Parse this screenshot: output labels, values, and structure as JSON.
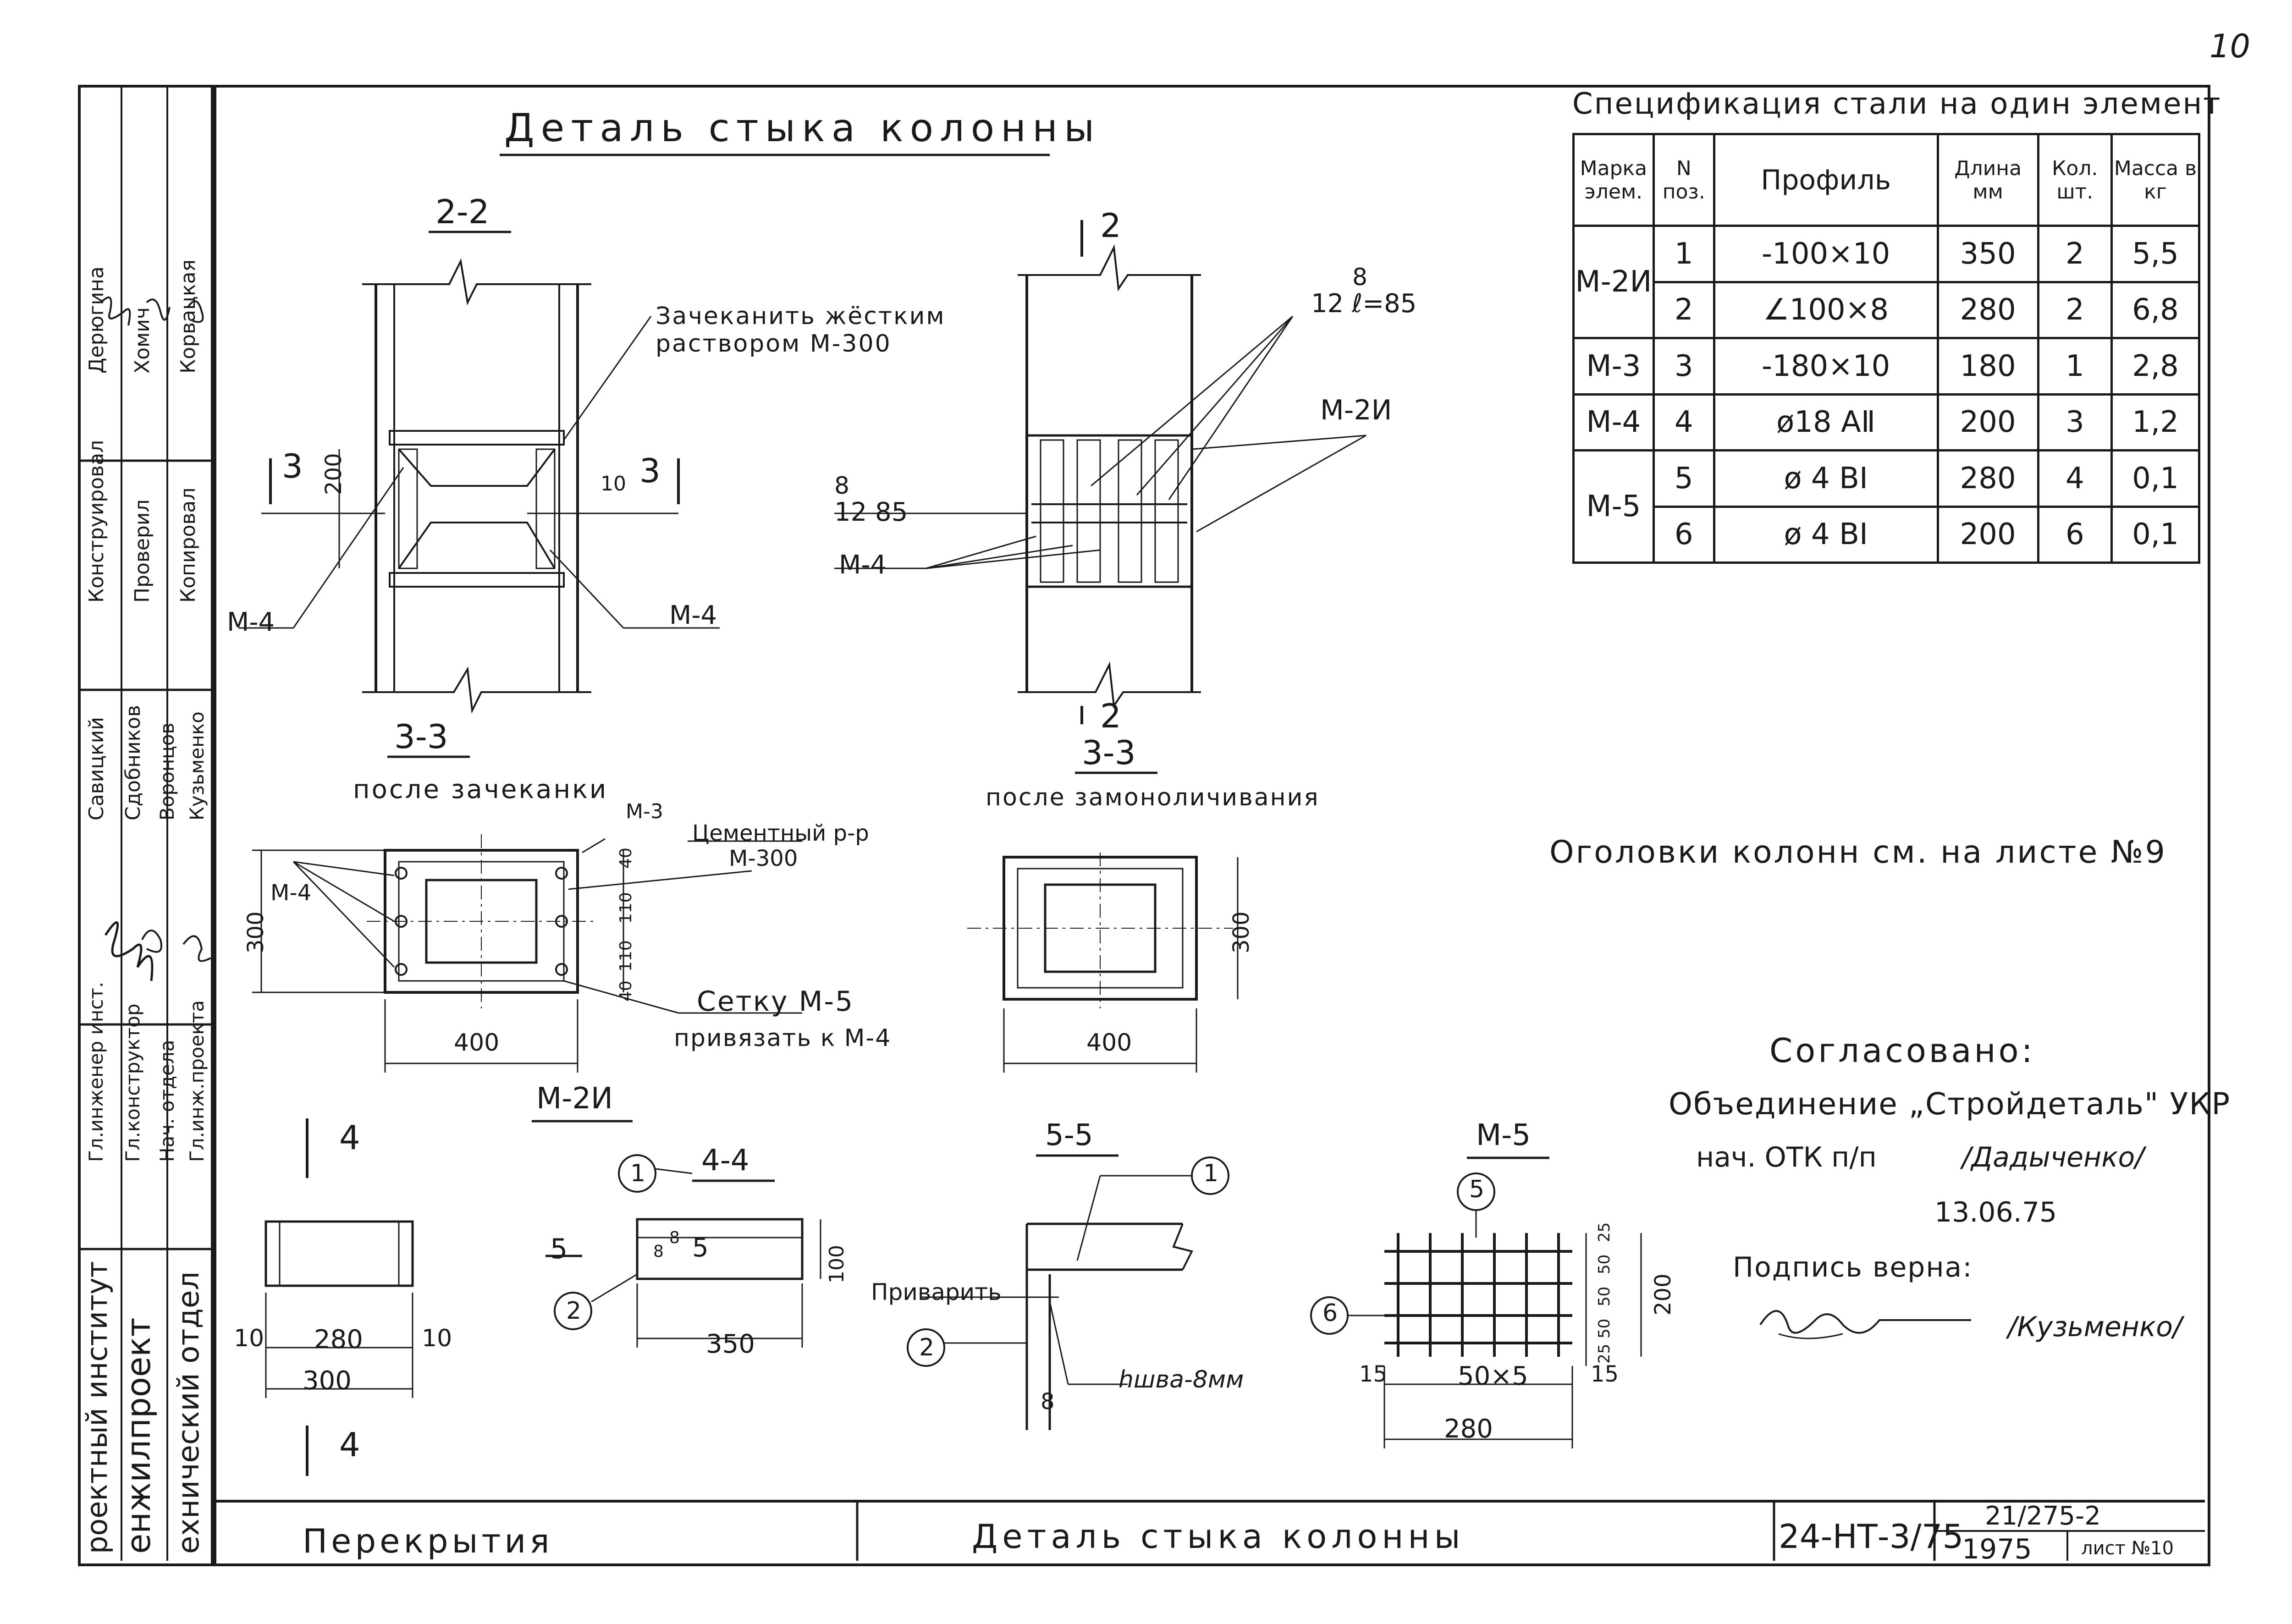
{
  "page_number": "10",
  "title": "Деталь стыка колонны",
  "views": {
    "v22": {
      "label": "2-2",
      "note_grout": "Зачеканить жёстким",
      "note_grout2": "раствором М-300",
      "cut3a": "3",
      "cut3b": "3",
      "dim200": "200",
      "dim10": "10",
      "m4a": "М-4",
      "m4b": "М-4"
    },
    "vside": {
      "cut2top": "2",
      "cut2bot": "2",
      "weld_top_num": "8",
      "weld_top": "12  ℓ=85",
      "weld_mid_num": "8",
      "weld_mid": "12  85",
      "m2i": "М-2И",
      "m4": "М-4"
    },
    "v33a": {
      "label": "3-3",
      "sub": "после зачеканки",
      "m3": "М-3",
      "m4": "М-4",
      "d300": "300",
      "d400": "400",
      "d40a": "40",
      "d110a": "110",
      "d110b": "110",
      "d40b": "40",
      "cem1": "Цементный р-р",
      "cem2": "М-300",
      "mesh1": "Сетку М-5",
      "mesh2": "привязать к М-4"
    },
    "v33b": {
      "label": "3-3",
      "sub": "после замоноличивания",
      "d300": "300",
      "d400": "400"
    },
    "m2i": {
      "label": "М-2И",
      "cut4a": "4",
      "cut4b": "4",
      "d280": "280",
      "d300": "300",
      "d10a": "10",
      "d10b": "10"
    },
    "v44": {
      "label": "4-4",
      "c1": "1",
      "c2": "2",
      "side5": "5",
      "w8a": "8",
      "w8b": "8",
      "w5": "5",
      "d100": "100",
      "d350": "350"
    },
    "v55": {
      "label": "5-5",
      "c1": "1",
      "c2": "2",
      "weld": "Приварить",
      "hweld": "hшва-8мм",
      "d8": "8"
    },
    "m5": {
      "label": "М-5",
      "c5": "5",
      "c6": "6",
      "d25a": "25",
      "d50a": "50",
      "d50b": "50",
      "d50c": "50",
      "d25b": "25",
      "d200": "200",
      "d15a": "15",
      "d15b": "15",
      "d50x5": "50×5",
      "d280": "280"
    }
  },
  "spec": {
    "caption": "Спецификация стали на один элемент",
    "headers": [
      "Марка элем.",
      "N поз.",
      "Профиль",
      "Длина мм",
      "Кол. шт.",
      "Масса в кг"
    ],
    "rows": [
      {
        "mark": "М-2И",
        "pos": "1",
        "profile": "-100×10",
        "len": "350",
        "qty": "2",
        "mass": "5,5"
      },
      {
        "mark": "",
        "pos": "2",
        "profile": "∠100×8",
        "len": "280",
        "qty": "2",
        "mass": "6,8"
      },
      {
        "mark": "М-3",
        "pos": "3",
        "profile": "-180×10",
        "len": "180",
        "qty": "1",
        "mass": "2,8"
      },
      {
        "mark": "М-4",
        "pos": "4",
        "profile": "ø18 АⅡ",
        "len": "200",
        "qty": "3",
        "mass": "1,2"
      },
      {
        "mark": "М-5",
        "pos": "5",
        "profile": "ø 4 ВⅠ",
        "len": "280",
        "qty": "4",
        "mass": "0,1"
      },
      {
        "mark": "",
        "pos": "6",
        "profile": "ø 4 ВⅠ",
        "len": "200",
        "qty": "6",
        "mass": "0,1"
      }
    ]
  },
  "note_heads": "Оголовки колонн см. на листе №9",
  "approval": {
    "title": "Согласовано:",
    "org": "Объединение „Стройдеталь\" УКР",
    "role": "нач. ОТК п/п",
    "name": "/Дадыченко/",
    "date": "13.06.75",
    "verified": "Подпись верна:",
    "verifier": "/Кузьменко/"
  },
  "sidebar": {
    "institute1": "роектный институт",
    "institute2": "енжилпроект",
    "dept": "ехнический отдел",
    "roles": [
      "Гл.инженер инст.",
      "Гл.конструктор",
      "Нач. отдела",
      "Гл.инж.проекта"
    ],
    "names": [
      "Савицкий",
      "Сдобников",
      "Воронцов",
      "Кузьменко"
    ],
    "roles2": [
      "Конструировал",
      "Проверил",
      "Копировал"
    ],
    "names2": [
      "Дерюгина",
      "Хомич",
      "Корвацкая"
    ]
  },
  "titleblock": {
    "section": "Перекрытия",
    "sheet_title": "Деталь стыка колонны",
    "code": "24-НТ-3/75",
    "number": "21/275-2",
    "year": "1975",
    "sheet": "лист №10"
  }
}
